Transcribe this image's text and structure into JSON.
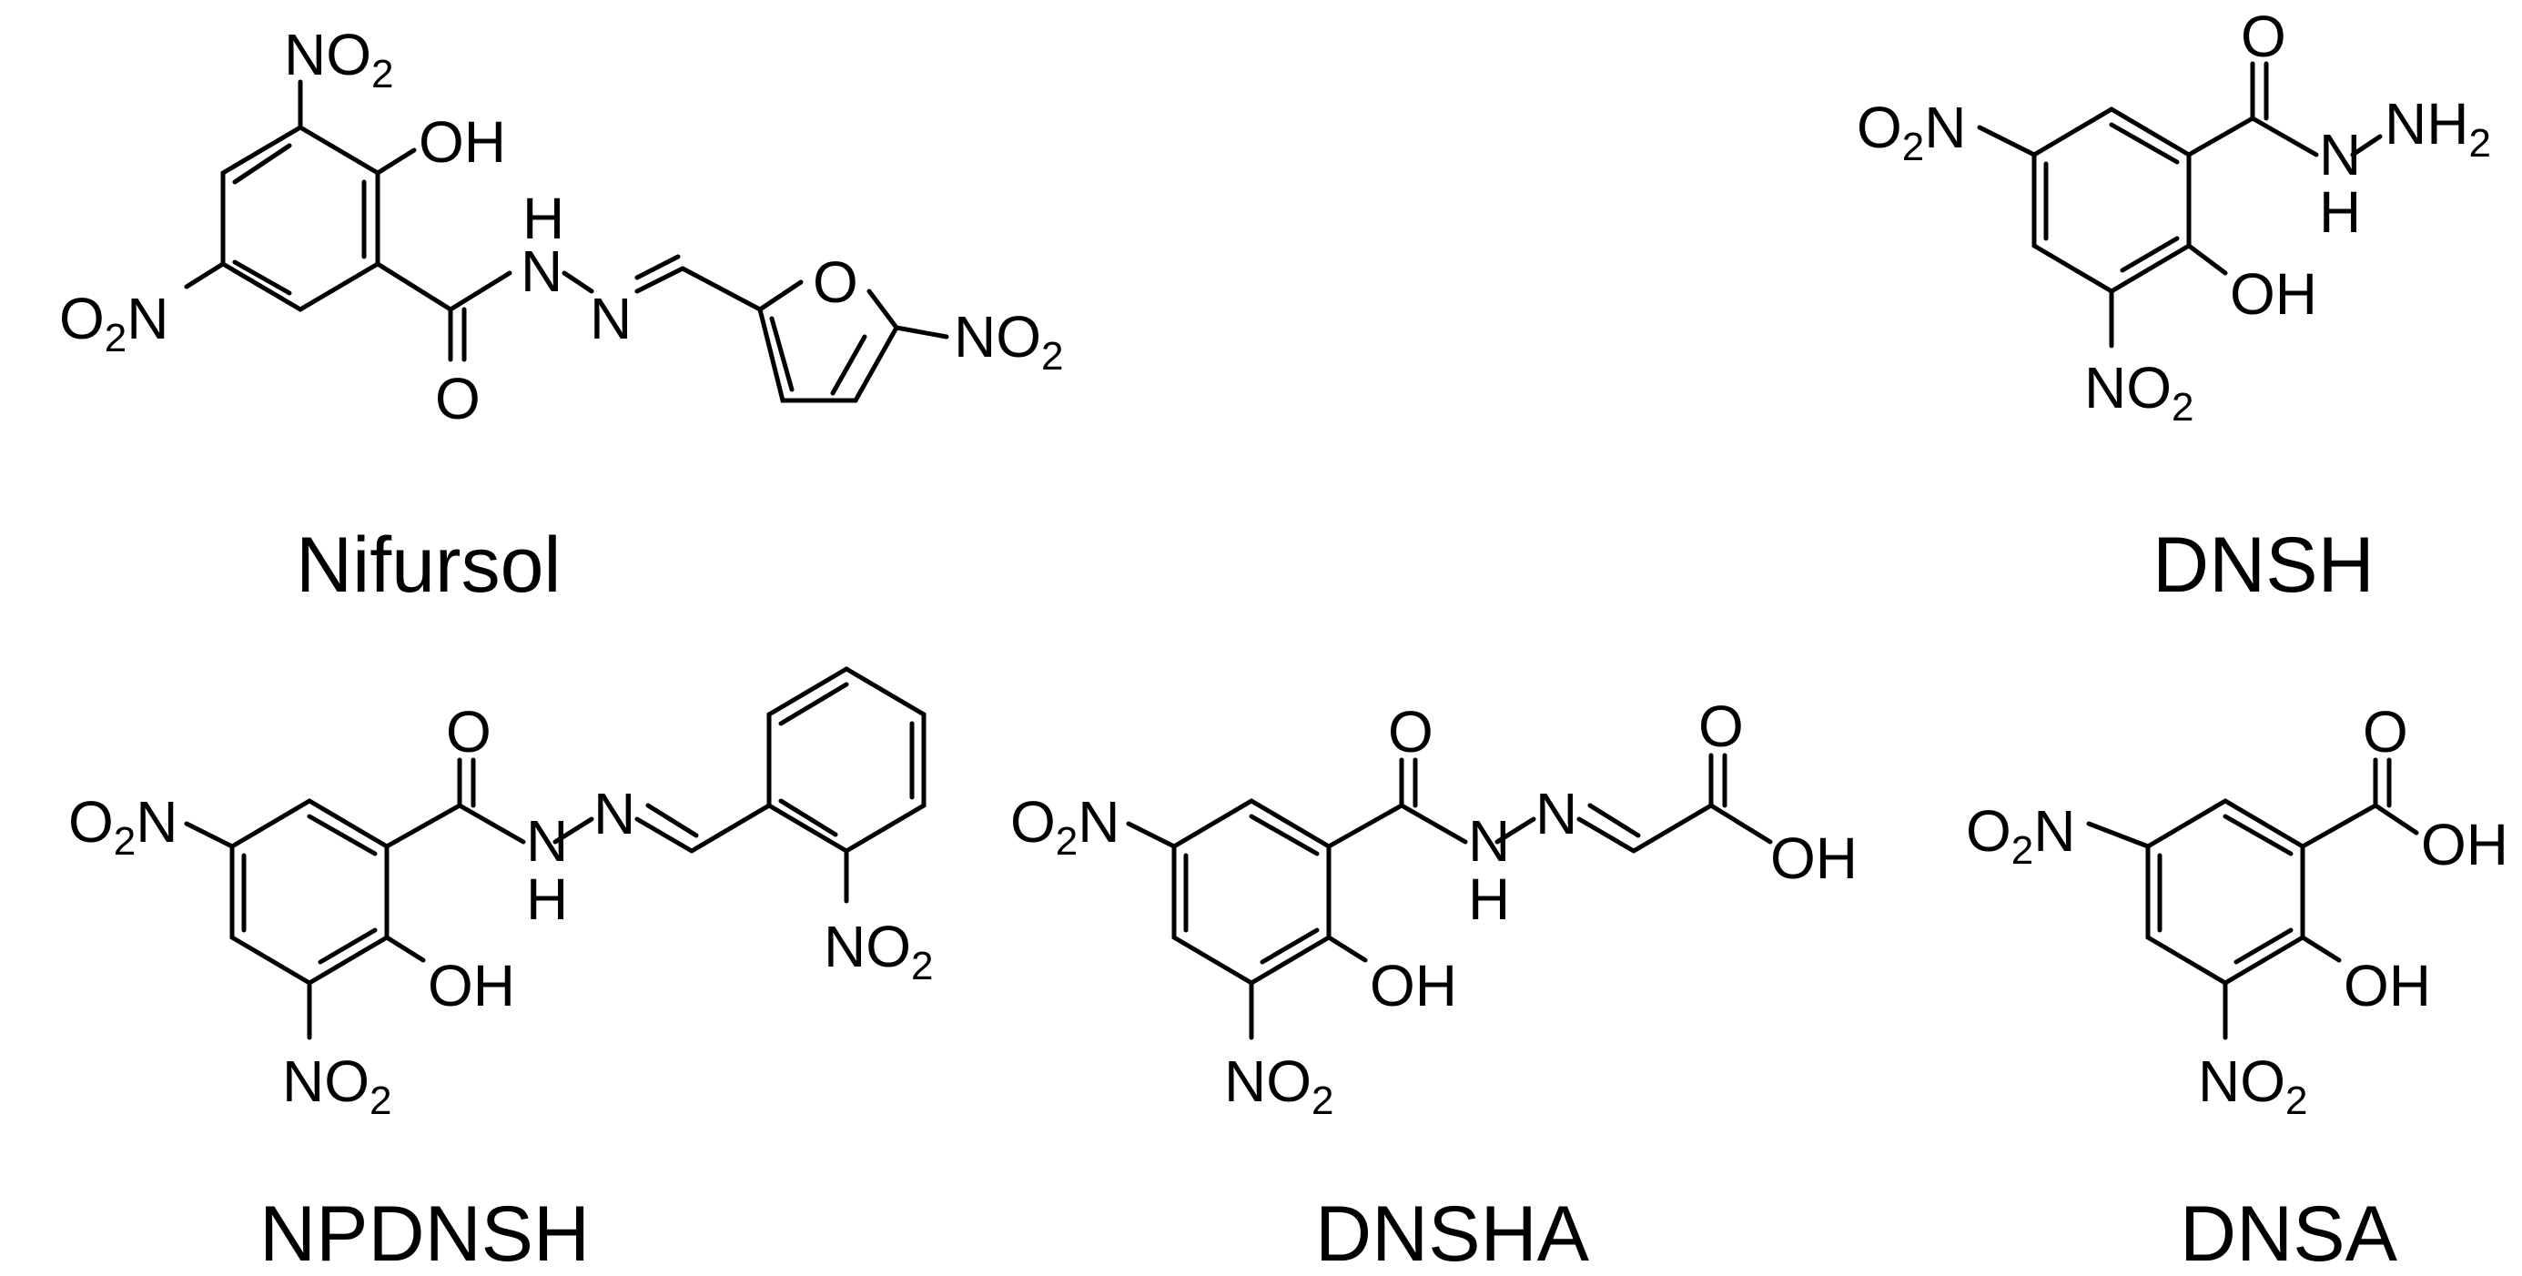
{
  "compounds": [
    {
      "name": "Nifursol",
      "labels": {
        "no2_top": "NO2",
        "oh": "OH",
        "o2n_left": "O2N",
        "nh": "H\nN",
        "n": "N",
        "o_carbonyl": "O",
        "o_furan": "O",
        "no2_furan": "NO2"
      }
    },
    {
      "name": "DNSH",
      "labels": {
        "o_carbonyl": "O",
        "o2n_left": "O2N",
        "nh": "N\nH",
        "nh2": "NH2",
        "oh": "OH",
        "no2_bottom": "NO2"
      }
    },
    {
      "name": "NPDNSH",
      "labels": {
        "o_carbonyl": "O",
        "o2n_left": "O2N",
        "nh": "N\nH",
        "n": "N",
        "no2_ring": "NO2",
        "oh": "OH",
        "no2_bottom": "NO2"
      }
    },
    {
      "name": "DNSHA",
      "labels": {
        "o_carbonyl": "O",
        "o_acid": "O",
        "o2n_left": "O2N",
        "nh": "N\nH",
        "n": "N",
        "oh_acid": "OH",
        "oh": "OH",
        "no2_bottom": "NO2"
      }
    },
    {
      "name": "DNSA",
      "labels": {
        "o_carbonyl": "O",
        "o2n_left": "O2N",
        "oh_acid": "OH",
        "oh": "OH",
        "no2_bottom": "NO2"
      }
    }
  ],
  "colors": {
    "ink": "#000000",
    "background": "#ffffff"
  }
}
